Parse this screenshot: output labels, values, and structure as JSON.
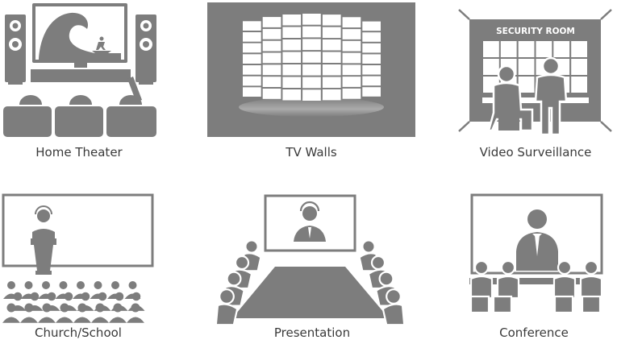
{
  "colors": {
    "icon_gray": "#7d7d7d",
    "icon_light": "#ffffff",
    "caption": "#3a3a3a",
    "background": "#ffffff"
  },
  "panels": [
    {
      "id": "home-theater",
      "icon": "home-theater-icon",
      "label": "Home Theater"
    },
    {
      "id": "tv-walls",
      "icon": "tv-wall-icon",
      "label": "TV Walls"
    },
    {
      "id": "video-surveillance",
      "icon": "security-room-icon",
      "label": "Video Surveillance",
      "sign_text": "SECURITY ROOM"
    },
    {
      "id": "church-school",
      "icon": "lecture-hall-icon",
      "label": "Church/School"
    },
    {
      "id": "presentation",
      "icon": "presentation-icon",
      "label": "Presentation"
    },
    {
      "id": "conference",
      "icon": "conference-icon",
      "label": "Conference"
    }
  ]
}
